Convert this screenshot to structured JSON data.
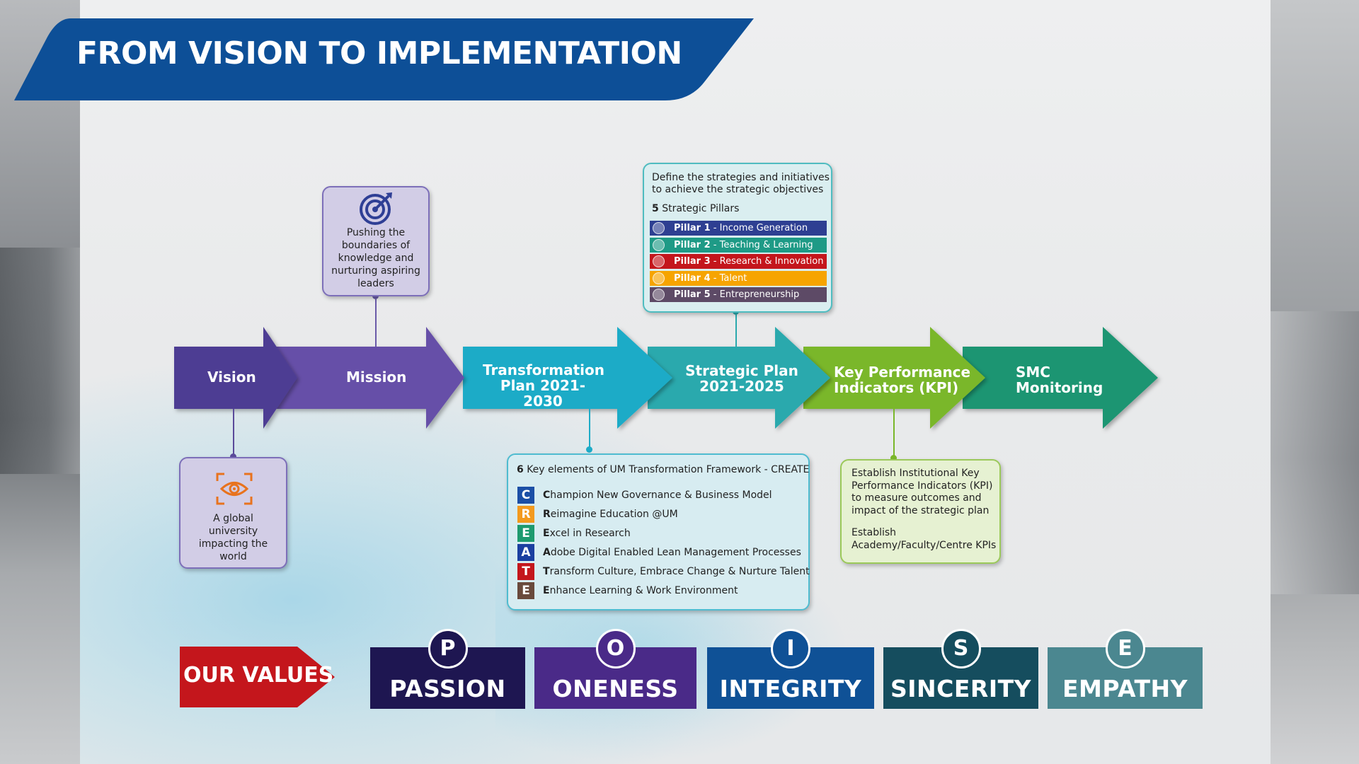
{
  "title": "FROM VISION TO IMPLEMENTATION",
  "colors": {
    "banner": "#0d4f97",
    "vision": "#4e3d93",
    "mission": "#6650a8",
    "transformation": "#1eabc7",
    "strategic": "#2aa9ad",
    "kpi": "#7ab72a",
    "smc": "#1f9572"
  },
  "flow": {
    "vision": "Vision",
    "mission": "Mission",
    "transformation_line1": "Transformation",
    "transformation_line2": "Plan 2021-2030",
    "strategic_line1": "Strategic Plan",
    "strategic_line2": "2021-2025",
    "kpi_line1": "Key Performance",
    "kpi_line2": "Indicators (KPI)",
    "smc_line1": "SMC",
    "smc_line2": "Monitoring"
  },
  "mission_box": {
    "icon": "target-icon",
    "line1": "Pushing the",
    "line2": "boundaries of",
    "line3": "knowledge and",
    "line4": "nurturing aspiring",
    "line5": "leaders"
  },
  "vision_box": {
    "icon": "eye-icon",
    "line1": "A global",
    "line2": "university",
    "line3": "impacting the",
    "line4": "world"
  },
  "strategic_box": {
    "line1": "Define the strategies and initiatives",
    "line2": "to achieve the strategic objectives",
    "pillars_count": "5",
    "pillars_label": "Strategic Pillars",
    "pillars": [
      {
        "name": "Pillar 1",
        "desc": "- Income Generation",
        "color": "#2e3f92"
      },
      {
        "name": "Pillar 2",
        "desc": "- Teaching & Learning",
        "color": "#1e9a86"
      },
      {
        "name": "Pillar 3",
        "desc": "- Research & Innovation",
        "color": "#c4161c"
      },
      {
        "name": "Pillar 4",
        "desc": "- Talent",
        "color": "#f6a400"
      },
      {
        "name": "Pillar 5",
        "desc": "- Entrepreneurship",
        "color": "#5d4a66"
      }
    ]
  },
  "create_box": {
    "heading_num": "6",
    "heading_text": "Key elements of UM Transformation Framework - CREATE",
    "items": [
      {
        "letter": "C",
        "bold": "C",
        "rest": "hampion New Governance & Business Model",
        "color": "#1b4fa6"
      },
      {
        "letter": "R",
        "bold": "R",
        "rest": "eimagine Education @UM",
        "color": "#f39a1e"
      },
      {
        "letter": "E",
        "bold": "E",
        "rest": "xcel in Research",
        "color": "#1e9a6e"
      },
      {
        "letter": "A",
        "bold": "A",
        "rest": "dobe Digital Enabled Lean Management Processes",
        "color": "#1b3fa0"
      },
      {
        "letter": "T",
        "bold": "T",
        "rest": "ransform Culture, Embrace Change & Nurture Talent",
        "color": "#c4161c"
      },
      {
        "letter": "E",
        "bold": "E",
        "rest": "nhance Learning & Work Environment",
        "color": "#6a4a3c"
      }
    ]
  },
  "kpi_box": {
    "line1": "Establish Institutional Key",
    "line2": "Performance Indicators (KPI)",
    "line3": "to measure outcomes and",
    "line4": "impact of the strategic plan",
    "line5": "Establish",
    "line6": "Academy/Faculty/Centre KPIs"
  },
  "values": {
    "label": "OUR VALUES",
    "items": [
      {
        "letter": "P",
        "word": "PASSION",
        "color": "#1e1651"
      },
      {
        "letter": "O",
        "word": "ONENESS",
        "color": "#4a2a88"
      },
      {
        "letter": "I",
        "word": "INTEGRITY",
        "color": "#0f5196"
      },
      {
        "letter": "S",
        "word": "SINCERITY",
        "color": "#154d5e"
      },
      {
        "letter": "E",
        "word": "EMPATHY",
        "color": "#4b8790"
      }
    ]
  }
}
